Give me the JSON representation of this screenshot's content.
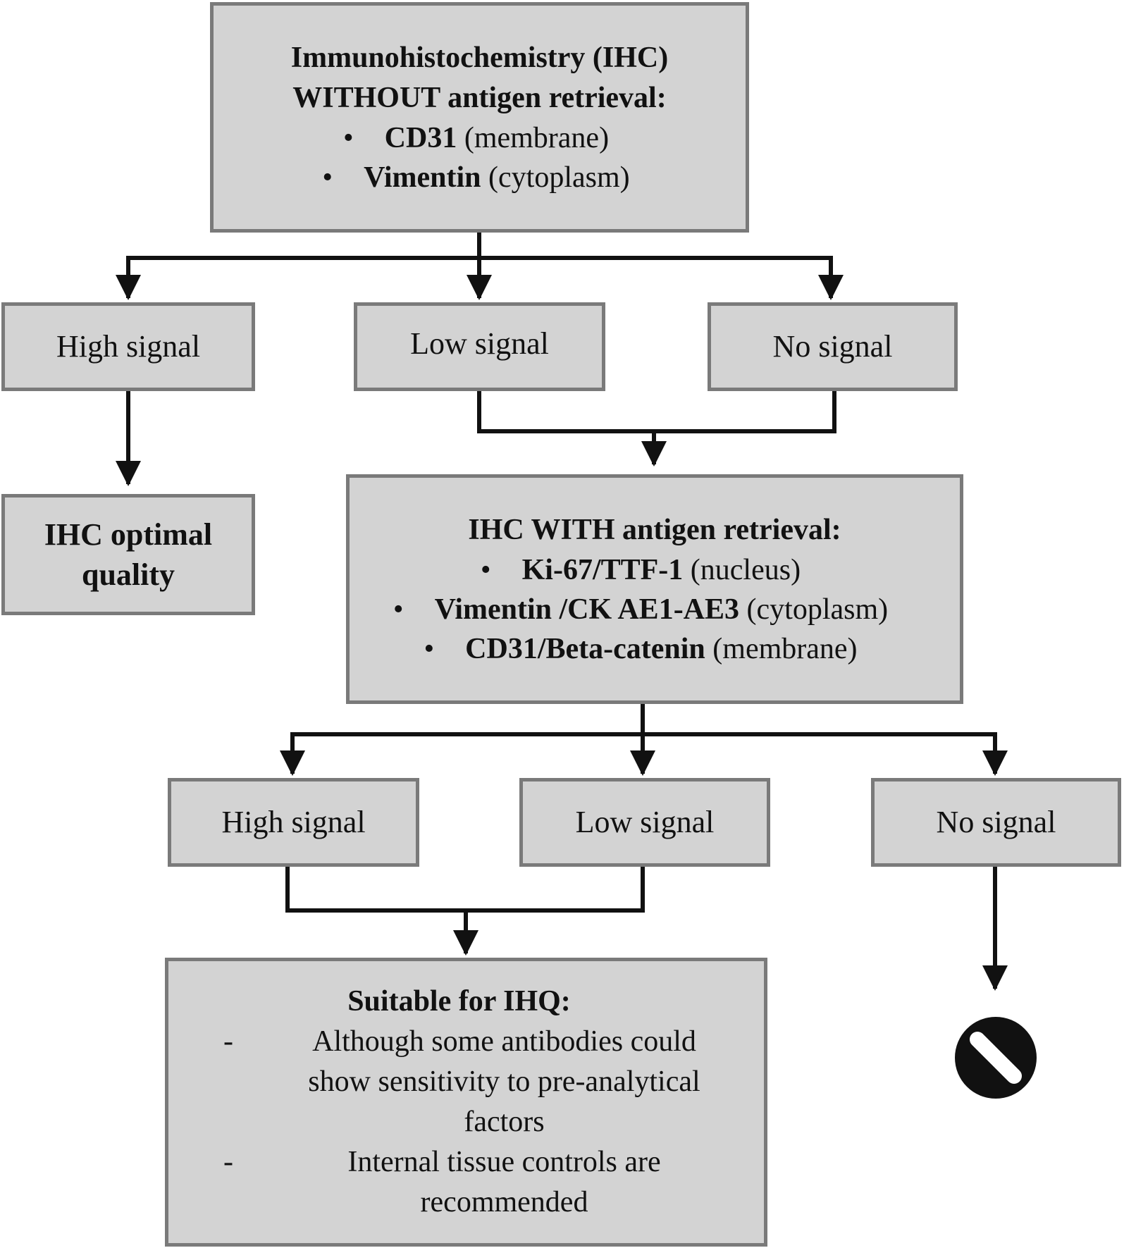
{
  "step1": {
    "title_line1": "Immunohistochemistry (IHC)",
    "title_line2": "WITHOUT antigen retrieval:",
    "bullet": "•",
    "markers": [
      {
        "name": "CD31",
        "location": "(membrane)"
      },
      {
        "name": "Vimentin",
        "location": "(cytoplasm)"
      }
    ]
  },
  "step1_outcomes": {
    "high": "High signal",
    "low": "Low signal",
    "none": "No signal"
  },
  "optimal": {
    "line1": "IHC optimal",
    "line2": "quality"
  },
  "step2": {
    "title": "IHC WITH antigen retrieval:",
    "bullet": "•",
    "markers": [
      {
        "name": "Ki-67/TTF-1",
        "location": "(nucleus)"
      },
      {
        "name": "Vimentin /CK AE1-AE3",
        "location": "(cytoplasm)"
      },
      {
        "name": "CD31/Beta-catenin",
        "location": "(membrane)"
      }
    ]
  },
  "step2_outcomes": {
    "high": "High signal",
    "low": "Low signal",
    "none": "No signal"
  },
  "suitable": {
    "title": "Suitable for IHQ:",
    "dash": "-",
    "item1_line1": "Although some antibodies could",
    "item1_line2": "show sensitivity to pre-analytical",
    "item1_line3": "factors",
    "item2_line1": "Internal tissue controls are",
    "item2_line2": "recommended"
  },
  "icons": {
    "terminal": "prohibited-icon"
  },
  "colors": {
    "box_fill": "#d3d3d3",
    "box_border": "#7a7a7a",
    "line": "#111111"
  }
}
